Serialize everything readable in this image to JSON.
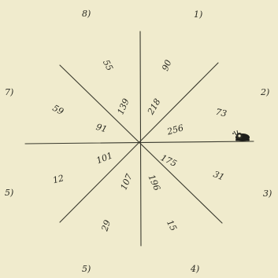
{
  "figure": {
    "sector_labels": {
      "top_left": "8)",
      "top_right": "1)",
      "left_upper": "7)",
      "right_upper": "2)",
      "left_lower": "5)",
      "right_lower": "3)",
      "bottom_left": "5)",
      "bottom_right": "4)"
    },
    "outer_values": {
      "sector_nnw": "55",
      "sector_nne": "90",
      "sector_ene": "73",
      "sector_ese": "31",
      "sector_sse": "15",
      "sector_ssw": "29",
      "sector_wsw": "12",
      "sector_wnw": "59"
    },
    "inner_values": {
      "sector_nnw": "139",
      "sector_nne": "218",
      "sector_ene": "256",
      "sector_ese": "175",
      "sector_sse": "196",
      "sector_ssw": "107",
      "sector_wsw": "101",
      "sector_wnw": "91"
    },
    "center_icon": "snail-icon"
  }
}
